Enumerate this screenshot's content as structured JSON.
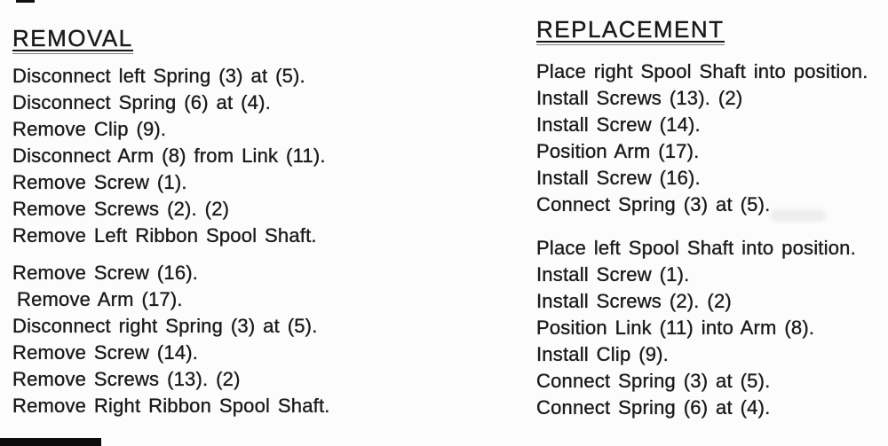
{
  "page": {
    "paper_color": "#fcfcfc",
    "ink_color": "#1a1a1a"
  },
  "removal": {
    "heading": "REMOVAL",
    "paragraph1": {
      "lines": [
        "Disconnect left Spring (3) at (5).",
        "Disconnect Spring (6) at (4).",
        "Remove Clip (9).",
        "Disconnect Arm (8) from Link (11).",
        "Remove Screw (1).",
        "Remove Screws (2). (2)",
        "Remove Left Ribbon Spool Shaft."
      ]
    },
    "paragraph2": {
      "lines": [
        "Remove Screw (16).",
        "Remove Arm (17).",
        "Disconnect right Spring (3) at (5).",
        "Remove Screw (14).",
        "Remove Screws (13). (2)",
        "Remove Right Ribbon Spool Shaft."
      ]
    }
  },
  "replacement": {
    "heading": "REPLACEMENT",
    "paragraph1": {
      "lines": [
        "Place right Spool Shaft into position.",
        "Install Screws (13). (2)",
        "Install Screw (14).",
        "Position Arm (17).",
        "Install Screw (16).",
        "Connect Spring (3) at (5)."
      ]
    },
    "paragraph2": {
      "lines": [
        "Place left Spool Shaft into position.",
        "Install Screw (1).",
        "Install Screws (2). (2)",
        "Position Link (11) into Arm (8).",
        "Install Clip (9).",
        "Connect Spring (3) at (5).",
        "Connect Spring (6) at (4)."
      ]
    }
  }
}
